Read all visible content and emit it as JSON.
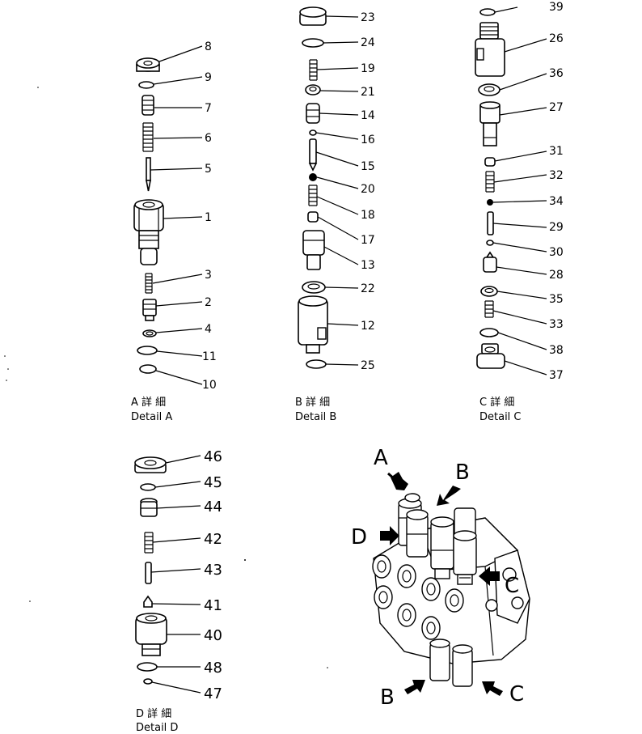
{
  "details": [
    {
      "id": "A",
      "caption_jp": "A 詳 細",
      "caption_en": "Detail  A",
      "part_numbers": [
        "8",
        "9",
        "7",
        "6",
        "5",
        "1",
        "3",
        "2",
        "4",
        "11",
        "10"
      ]
    },
    {
      "id": "B",
      "caption_jp": "B 詳 細",
      "caption_en": "Detail  B",
      "part_numbers": [
        "23",
        "24",
        "19",
        "21",
        "14",
        "16",
        "15",
        "20",
        "18",
        "17",
        "13",
        "22",
        "12",
        "25"
      ]
    },
    {
      "id": "C",
      "caption_jp": "C 詳 細",
      "caption_en": "Detail  C",
      "part_numbers": [
        "39",
        "26",
        "36",
        "27",
        "31",
        "32",
        "34",
        "29",
        "30",
        "28",
        "35",
        "33",
        "38",
        "37"
      ]
    },
    {
      "id": "D",
      "caption_jp": "D 詳 細",
      "caption_en": "Detail  D",
      "part_numbers": [
        "46",
        "45",
        "44",
        "42",
        "43",
        "41",
        "40",
        "48",
        "47"
      ]
    }
  ],
  "assembly": {
    "arrow_labels": [
      "A",
      "B",
      "D",
      "C",
      "B",
      "C"
    ]
  }
}
